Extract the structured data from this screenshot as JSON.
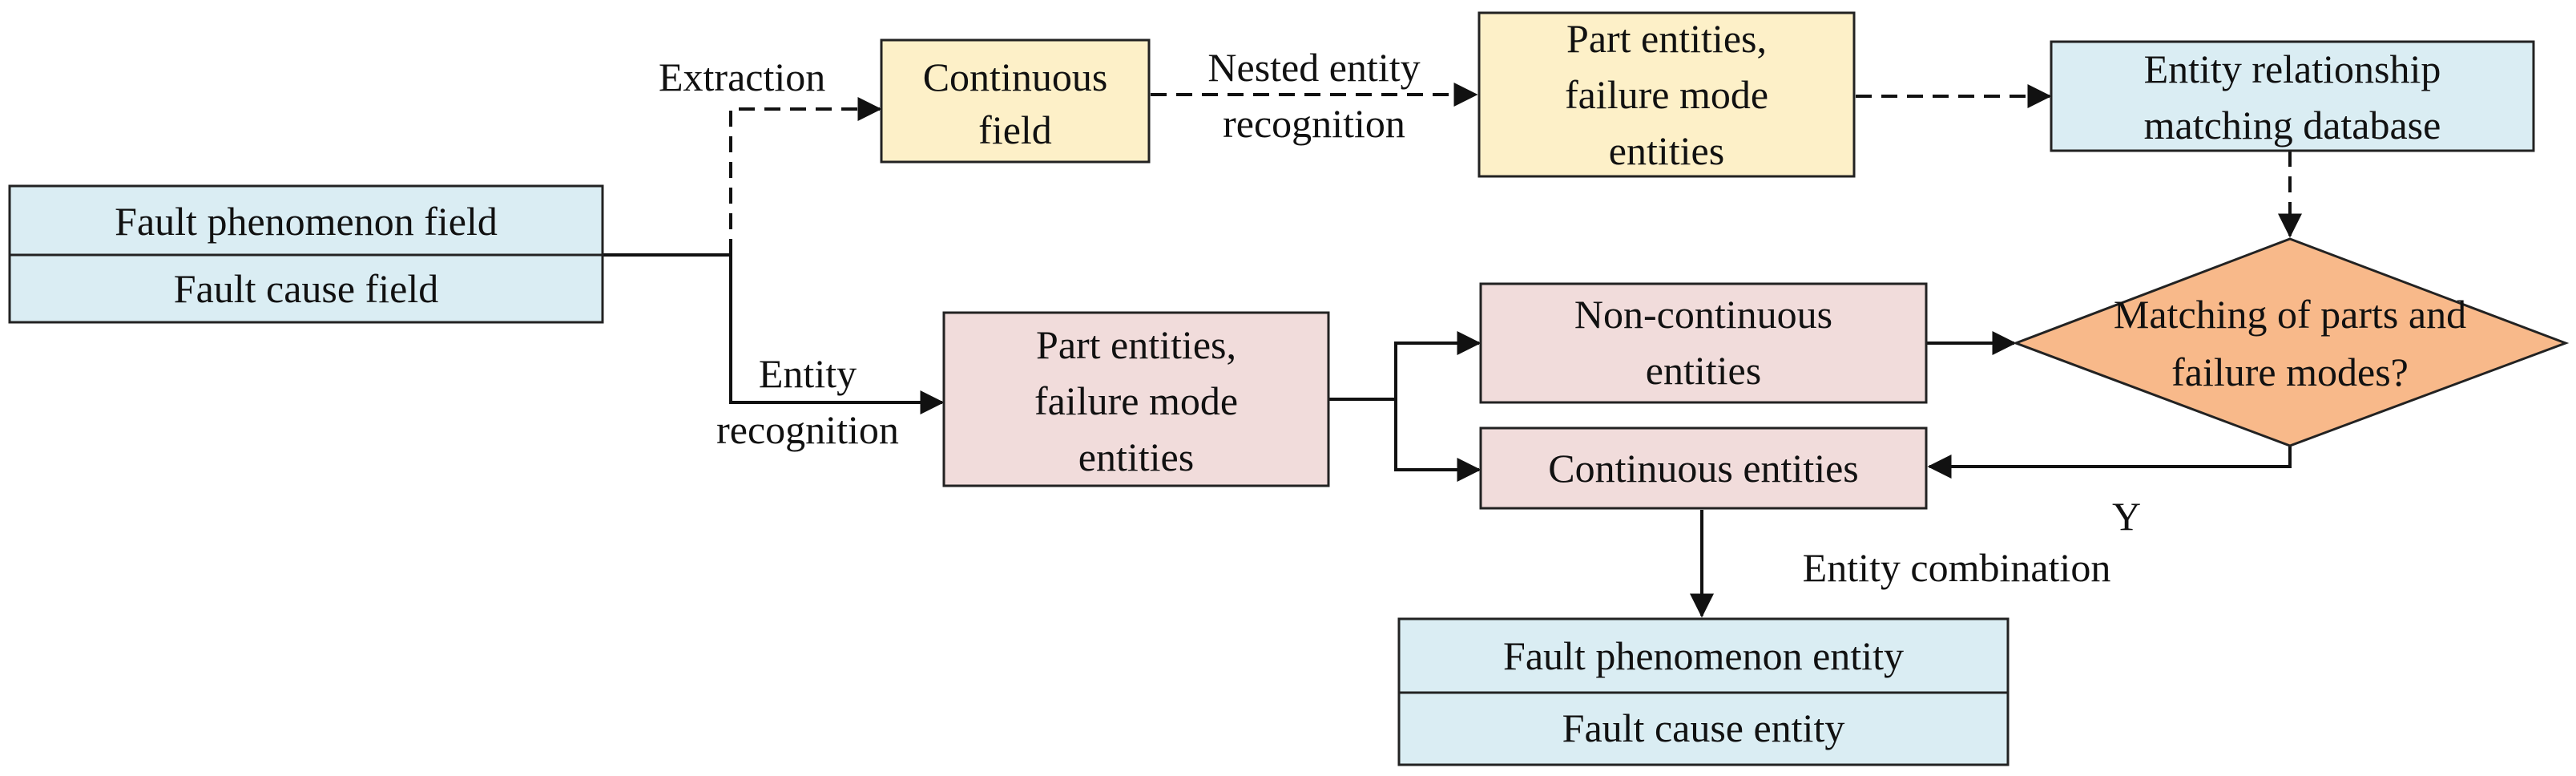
{
  "colors": {
    "blue_box": "#daedf3",
    "yellow_box": "#fdf0c8",
    "pink_box": "#f1dcdb",
    "orange_diamond": "#f8b98a",
    "line": "#111111"
  },
  "nodes": {
    "fault_fields": {
      "top": "Fault phenomenon field",
      "bottom": "Fault cause field"
    },
    "continuous_field": [
      "Continuous",
      "field"
    ],
    "part_entities_top": [
      "Part entities,",
      "failure mode",
      "entities"
    ],
    "relationship_db": [
      "Entity relationship",
      "matching database"
    ],
    "part_entities_bottom": [
      "Part entities,",
      "failure mode",
      "entities"
    ],
    "non_continuous": [
      "Non-continuous",
      "entities"
    ],
    "continuous_entities": "Continuous entities",
    "matching_decision": [
      "Matching of parts and",
      "failure modes?"
    ],
    "fault_entities": {
      "top": "Fault phenomenon entity",
      "bottom": "Fault cause entity"
    }
  },
  "edges": {
    "extraction": "Extraction",
    "nested_recognition": [
      "Nested entity",
      "recognition"
    ],
    "entity_recognition": [
      "Entity",
      "recognition"
    ],
    "yes_label": "Y",
    "entity_combination": "Entity combination"
  }
}
